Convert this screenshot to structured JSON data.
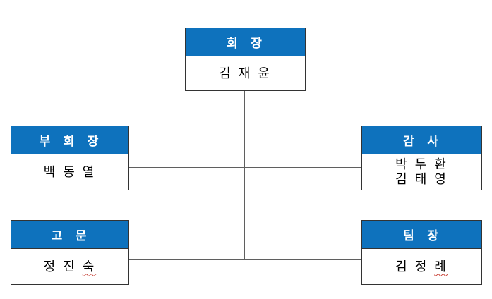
{
  "org_chart": {
    "nodes": {
      "chairman": {
        "title": "회  장",
        "name": "김 재 윤"
      },
      "vice_chairman": {
        "title": "부  회  장",
        "name": "백 동 열"
      },
      "auditor": {
        "title": "감  사",
        "name_line1": "박 두 환",
        "name_line2": "김 태 영"
      },
      "advisor": {
        "title": "고  문",
        "name_head": "정 진 ",
        "name_tail": "숙"
      },
      "team_leader": {
        "title": "팀  장",
        "name_head": "김 정 ",
        "name_tail": "례"
      }
    },
    "colors": {
      "header_bg": "#0e72bd",
      "header_text": "#ffffff",
      "body_text": "#000000",
      "box_border": "#333333",
      "connector": "#5f5f5f",
      "spellcheck_squiggle": "#c9443a"
    }
  }
}
